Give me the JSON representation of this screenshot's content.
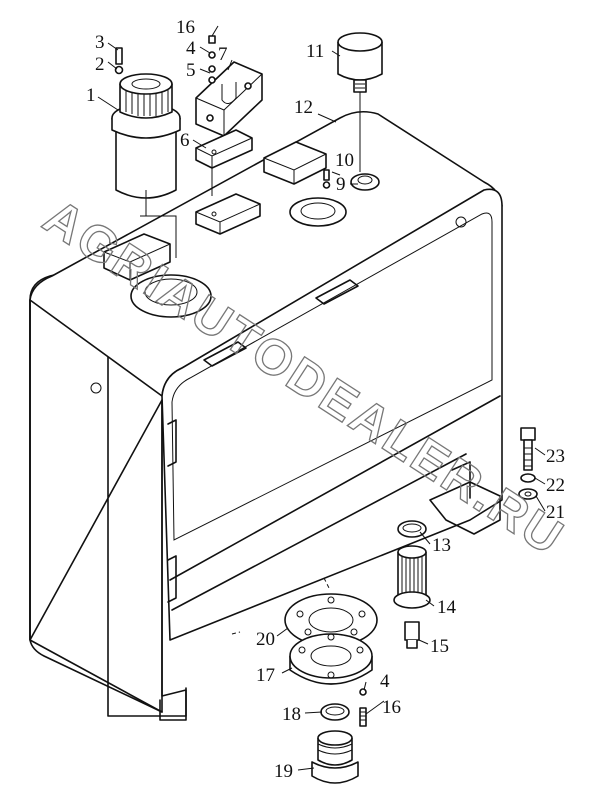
{
  "watermark": "AGRIAUTODEALER.RU",
  "callouts": [
    {
      "id": "c1",
      "label": "1"
    },
    {
      "id": "c2",
      "label": "2"
    },
    {
      "id": "c3",
      "label": "3"
    },
    {
      "id": "c4a",
      "label": "4"
    },
    {
      "id": "c5",
      "label": "5"
    },
    {
      "id": "c6",
      "label": "6"
    },
    {
      "id": "c7",
      "label": "7"
    },
    {
      "id": "c9",
      "label": "9"
    },
    {
      "id": "c10",
      "label": "10"
    },
    {
      "id": "c11",
      "label": "11"
    },
    {
      "id": "c12",
      "label": "12"
    },
    {
      "id": "c13",
      "label": "13"
    },
    {
      "id": "c14",
      "label": "14"
    },
    {
      "id": "c15",
      "label": "15"
    },
    {
      "id": "c16a",
      "label": "16"
    },
    {
      "id": "c16b",
      "label": "16"
    },
    {
      "id": "c4b",
      "label": "4"
    },
    {
      "id": "c17",
      "label": "17"
    },
    {
      "id": "c18",
      "label": "18"
    },
    {
      "id": "c19",
      "label": "19"
    },
    {
      "id": "c20",
      "label": "20"
    },
    {
      "id": "c21",
      "label": "21"
    },
    {
      "id": "c22",
      "label": "22"
    },
    {
      "id": "c23",
      "label": "23"
    }
  ]
}
